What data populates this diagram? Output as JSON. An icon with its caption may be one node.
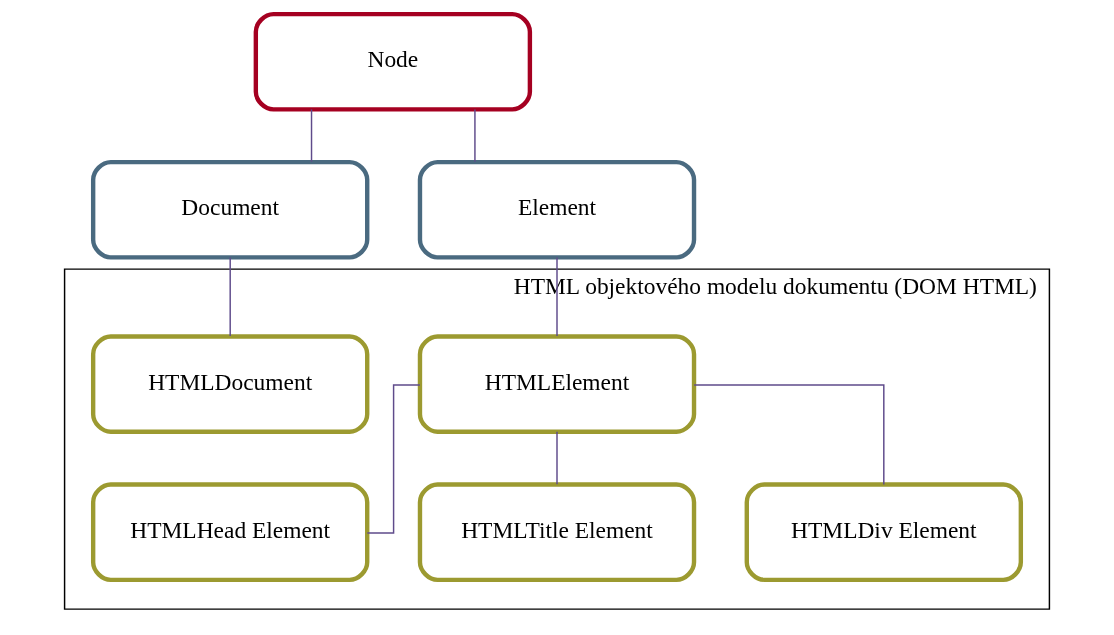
{
  "diagram": {
    "nodes": [
      {
        "text": [
          "Node"
        ]
      },
      {
        "text": [
          "Document"
        ]
      },
      {
        "text": [
          "Element"
        ]
      },
      {
        "text": [
          "HTML objektového modelu dokumentu (DOM HTML)"
        ]
      },
      {
        "text": [
          "HTMLDocument"
        ],
        "in": 3
      },
      {
        "text": [
          "HTMLElement"
        ],
        "in": 3
      },
      {
        "text": [
          "HTMLHead Element"
        ],
        "in": 3
      },
      {
        "text": [
          "HTMLTitle Element"
        ],
        "in": 3
      },
      {
        "text": [
          "HTMLDiv Element"
        ],
        "in": 3
      }
    ],
    "edges": [
      {
        "from": 0,
        "to": 1,
        "arrow": "none"
      },
      {
        "from": 0,
        "to": 2,
        "arrow": "none"
      },
      {
        "from": 1,
        "to": 4,
        "arrow": "none"
      },
      {
        "from": 2,
        "to": 5,
        "arrow": "none"
      },
      {
        "from": 5,
        "to": 6,
        "arrow": "none"
      },
      {
        "from": 5,
        "to": 7,
        "arrow": "none"
      },
      {
        "from": 5,
        "to": 8,
        "arrow": "none"
      }
    ]
  }
}
